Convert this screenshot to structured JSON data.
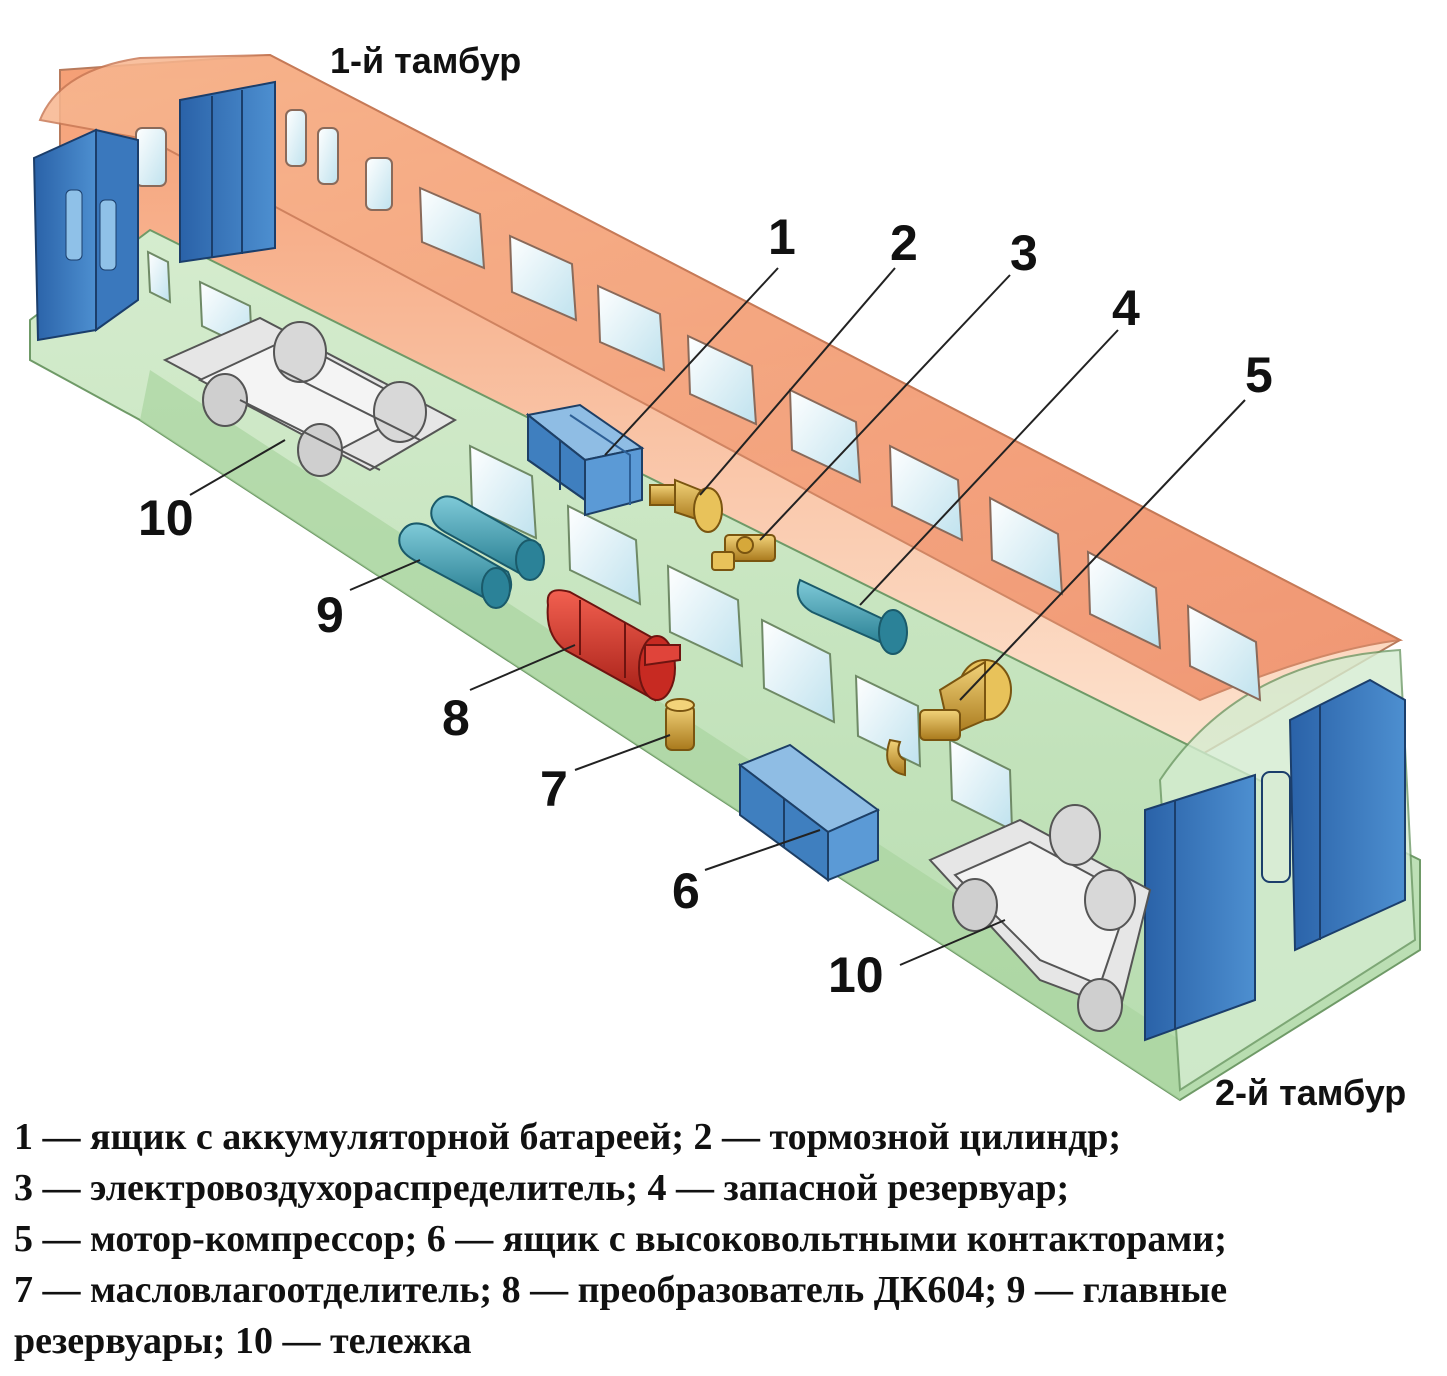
{
  "headings": {
    "vestibule_1": "1-й тамбур",
    "vestibule_2": "2-й тамбур"
  },
  "callouts": {
    "c1": "1",
    "c2": "2",
    "c3": "3",
    "c4": "4",
    "c5": "5",
    "c6": "6",
    "c7": "7",
    "c8": "8",
    "c9": "9",
    "c10a": "10",
    "c10b": "10"
  },
  "legend": {
    "line1": "1 — ящик с аккумуляторной батареей; 2 — тормозной цилиндр;",
    "line2": "3 — электровоздухораспределитель; 4 — запасной резервуар;",
    "line3": "5 — мотор-компрессор; 6 — ящик с высоковольтными контакторами;",
    "line4": "7 — масловлагоотделитель; 8 — преобразователь ДК604; 9 — главные",
    "line5": "резервуары; 10 — тележка"
  },
  "colors": {
    "wall_top": "#f6a77f",
    "wall_bottom": "#fbe3cf",
    "floor": "#c6e5c0",
    "door_blue": "#2f6fb4",
    "equipment_blue": "#4f8fc6",
    "reservoir_teal": "#3f9cb0",
    "converter_red": "#d93228",
    "brass": "#d6a83a"
  }
}
